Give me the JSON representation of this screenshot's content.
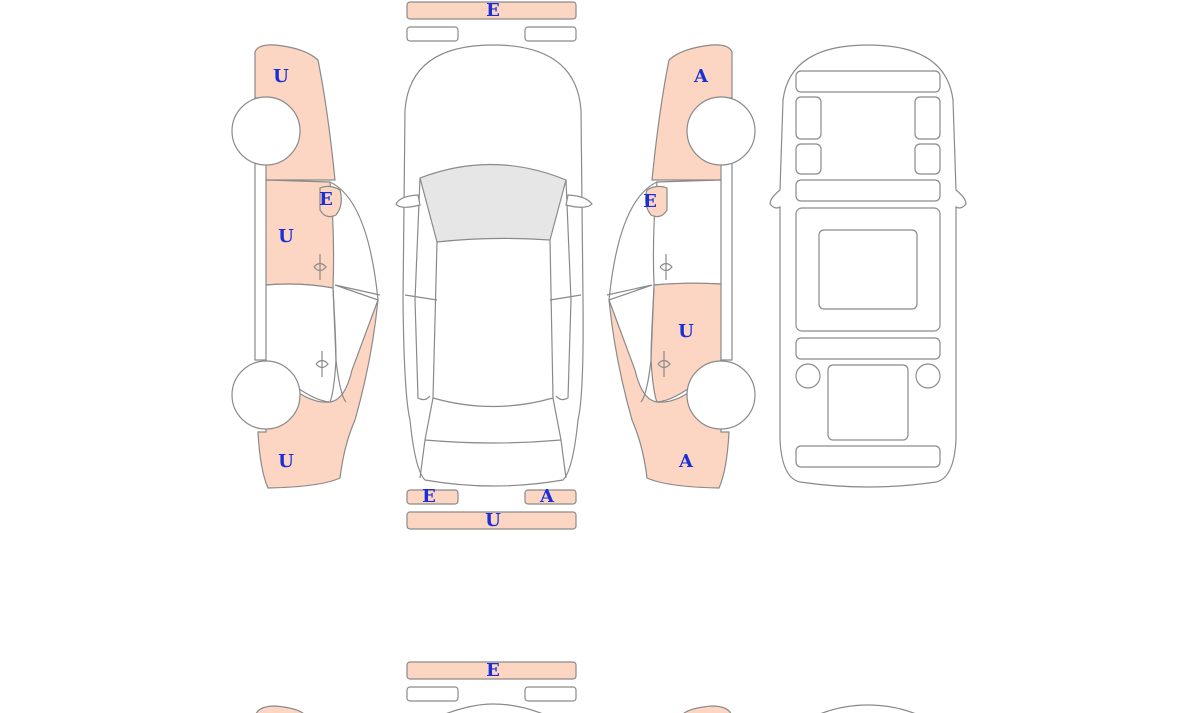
{
  "colors": {
    "damage_fill": "#fcd6c2",
    "outline": "#8a8a8a",
    "glass": "#e6e6e6",
    "code_text": "#1a2fd6"
  },
  "diagram_1": {
    "front_bumper": "E",
    "rear_left_bumper": "E",
    "rear_right_bumper": "A",
    "rear_bumper": "U",
    "left_side": {
      "front_fender": "U",
      "mirror": "E",
      "front_door": "U",
      "rear_quarter": "U"
    },
    "right_side": {
      "front_fender": "A",
      "mirror": "E",
      "rear_door": "U",
      "rear_quarter": "A"
    }
  },
  "diagram_2": {
    "front_bumper": "E"
  }
}
